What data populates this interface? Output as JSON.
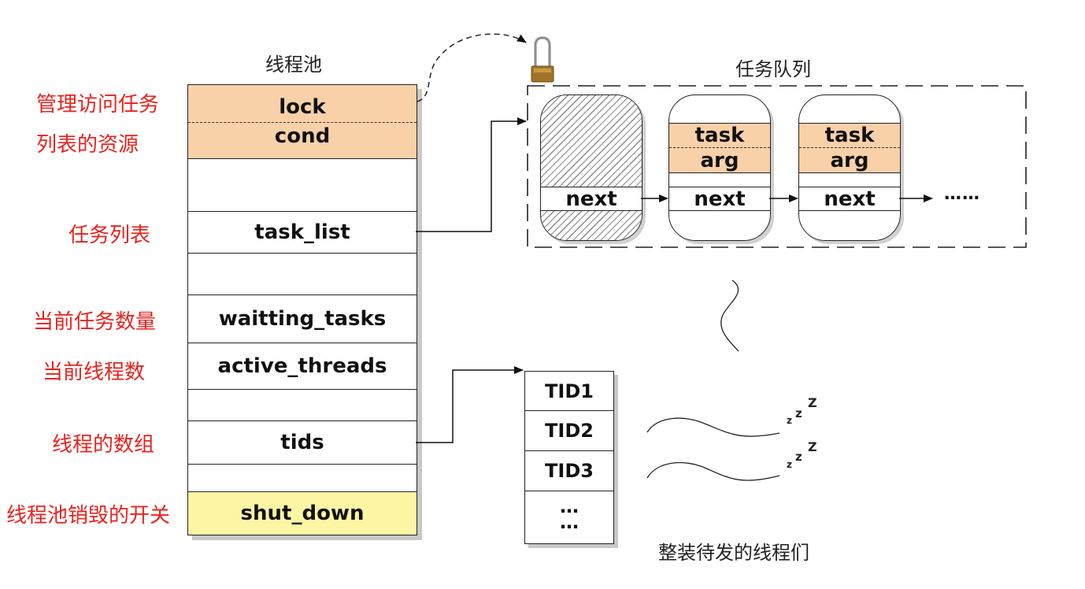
{
  "pool": {
    "title": "线程池",
    "rows": {
      "lock": "lock",
      "cond": "cond",
      "task_list": "task_list",
      "waiting_tasks": "waitting_tasks",
      "active_threads": "active_threads",
      "tids": "tids",
      "shut_down": "shut_down"
    }
  },
  "annotations": {
    "resource_line1": "管理访问任务",
    "resource_line2": "列表的资源",
    "task_list": "任务列表",
    "waiting_count": "当前任务数量",
    "thread_count": "当前线程数",
    "thread_array": "线程的数组",
    "shutdown_switch": "线程池销毁的开关"
  },
  "queue": {
    "title": "任务队列",
    "nodes": [
      {
        "next": "next"
      },
      {
        "task": "task",
        "arg": "arg",
        "next": "next"
      },
      {
        "task": "task",
        "arg": "arg",
        "next": "next"
      }
    ],
    "ellipsis": "……"
  },
  "threads": {
    "ids": [
      "TID1",
      "TID2",
      "TID3"
    ],
    "more": "…",
    "caption": "整装待发的线程们",
    "sleep": "z",
    "sleep_big": "Z"
  },
  "colors": {
    "resource_fill": "#f9d1a9",
    "shutdown_fill": "#fbf5a4",
    "annotation_text": "#e8231e",
    "lock_shackle": "#c9c9c9",
    "lock_body": "#a0752a"
  }
}
